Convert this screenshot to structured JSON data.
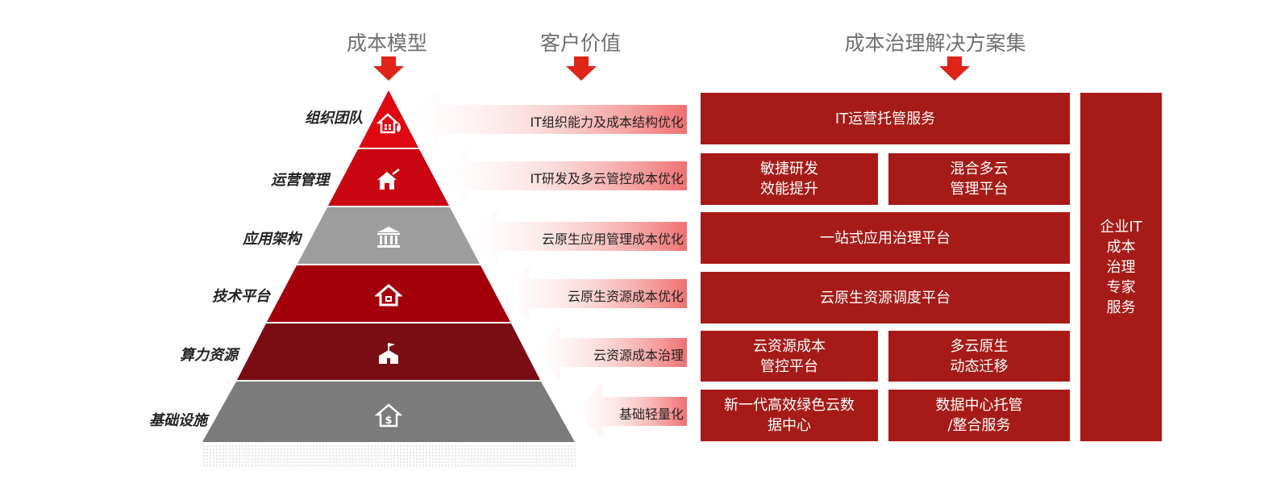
{
  "headers": {
    "cost_model": "成本模型",
    "customer_value": "客户价值",
    "solutions": "成本治理解决方案集"
  },
  "tiers": [
    {
      "label": "组织团队",
      "value": "IT组织能力及成本结构优化",
      "icon": "house-fire-icon",
      "color": "#df0712"
    },
    {
      "label": "运营管理",
      "value": "IT研发及多云管控成本优化",
      "icon": "house-wrench-icon",
      "color": "#c80510"
    },
    {
      "label": "应用架构",
      "value": "云原生应用管理成本优化",
      "icon": "bank-icon",
      "color": "#9d9d9d"
    },
    {
      "label": "技术平台",
      "value": "云原生资源成本优化",
      "icon": "home-icon",
      "color": "#a3000c"
    },
    {
      "label": "算力资源",
      "value": "云资源成本治理",
      "icon": "school-flag-icon",
      "color": "#7a0c14"
    },
    {
      "label": "基础设施",
      "value": "基础轻量化",
      "icon": "house-dollar-icon",
      "color": "#7b7b7b"
    }
  ],
  "solutions": {
    "row1": "IT运营托管服务",
    "row2a": "敏捷研发\n效能提升",
    "row2b": "混合多云\n管理平台",
    "row3": "一站式应用治理平台",
    "row4": "云原生资源调度平台",
    "row5a": "云资源成本\n管控平台",
    "row5b": "多云原生\n动态迁移",
    "row6a": "新一代高效绿色云数\n据中心",
    "row6b": "数据中心托管\n/整合服务",
    "side": "企业IT\n成本\n治理\n专家\n服务"
  },
  "colors": {
    "accent_red": "#e02418",
    "box_red": "#a61b17"
  }
}
